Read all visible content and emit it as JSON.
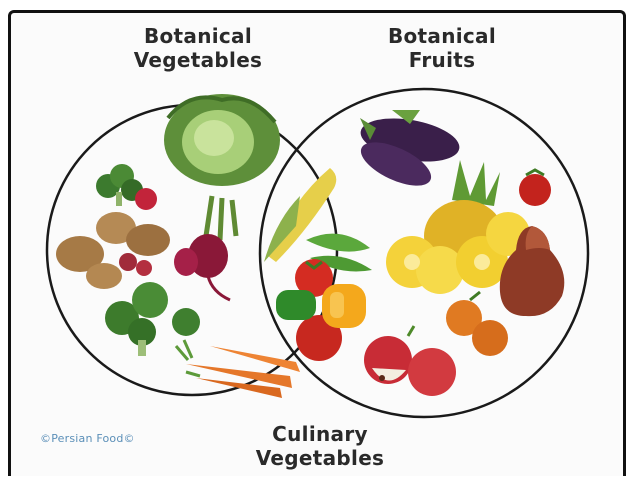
{
  "diagram": {
    "set_left": {
      "line1": "Botanical",
      "line2": "Vegetables"
    },
    "set_right": {
      "line1": "Botanical",
      "line2": "Fruits"
    },
    "intersection": {
      "line1": "Culinary",
      "line2": "Vegetables"
    },
    "left_items": [
      "cabbage-icon",
      "broccoli-icon",
      "potato-icon",
      "radish-icon",
      "beet-icon",
      "carrot-icon"
    ],
    "middle_items": [
      "corn-icon",
      "pea-pod-icon",
      "tomato-icon",
      "bell-pepper-icon"
    ],
    "right_items": [
      "eggplant-icon",
      "pineapple-icon",
      "strawberry-icon",
      "pear-icon",
      "orange-icon",
      "apple-icon"
    ]
  },
  "logo": {
    "text": "©Persian Food©"
  },
  "colors": {
    "outline": "#1a1a1a",
    "label": "#2a2a2a",
    "logo": "#5b8fb8"
  }
}
